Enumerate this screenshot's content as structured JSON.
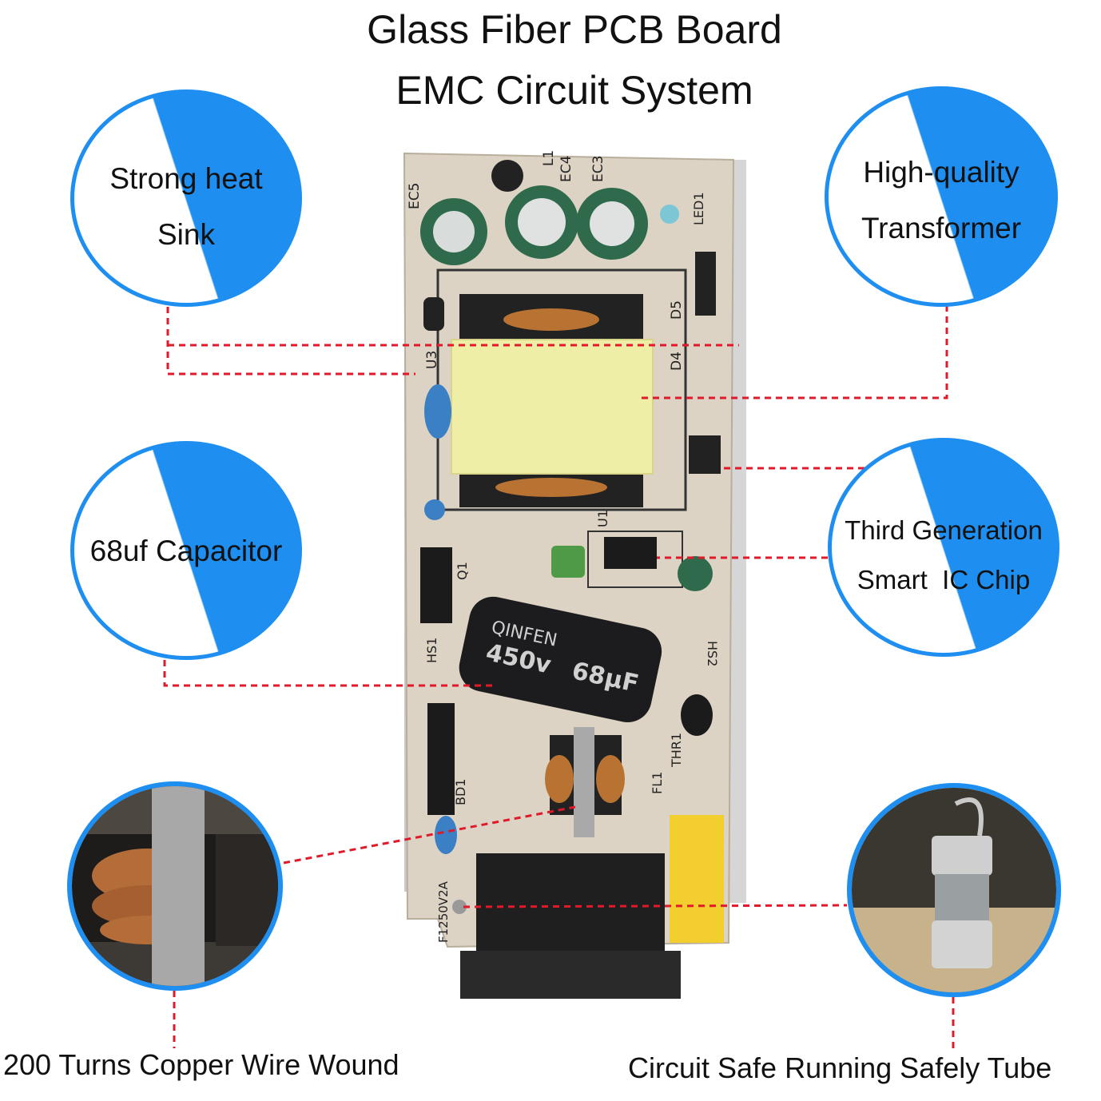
{
  "title": {
    "line1": "Glass Fiber PCB Board",
    "line2": "EMC Circuit System"
  },
  "callouts": {
    "heat_sink": {
      "line1": "Strong heat",
      "line2": "Sink"
    },
    "transformer": {
      "line1": "High-quality",
      "line2": "Transformer"
    },
    "capacitor": {
      "line1": "68uf Capacitor"
    },
    "ic_chip": {
      "line1": "Third Generation",
      "line2": "Smart  IC Chip"
    },
    "copper_coil": {
      "caption": "200 Turns Copper Wire Wound"
    },
    "fuse_tube": {
      "caption": "Circuit Safe Running Safely Tube"
    }
  },
  "pcb_markings": {
    "cap_brand": "QINFEN",
    "cap_voltage": "450v",
    "cap_value": "68µF",
    "fuse_label": "F1250V2A",
    "ref_ec5": "EC5",
    "ref_ec4": "EC4",
    "ref_ec3": "EC3",
    "ref_l1": "L1",
    "ref_u3": "U3",
    "ref_d5": "D5",
    "ref_d4": "D4",
    "ref_u1": "U1",
    "ref_q1": "Q1",
    "ref_hs1": "HS1",
    "ref_hs2": "HS2",
    "ref_thr1": "THR1",
    "ref_bd1": "BD1",
    "ref_fl1": "FL1",
    "ref_led1": "LED1"
  },
  "colors": {
    "accent_blue": "#1e8ff0",
    "leader_red": "#e01a2b",
    "pcb_board": "#ddd3c4",
    "transformer_tape": "#efeea6",
    "capacitor_body": "#1c1c1e"
  }
}
